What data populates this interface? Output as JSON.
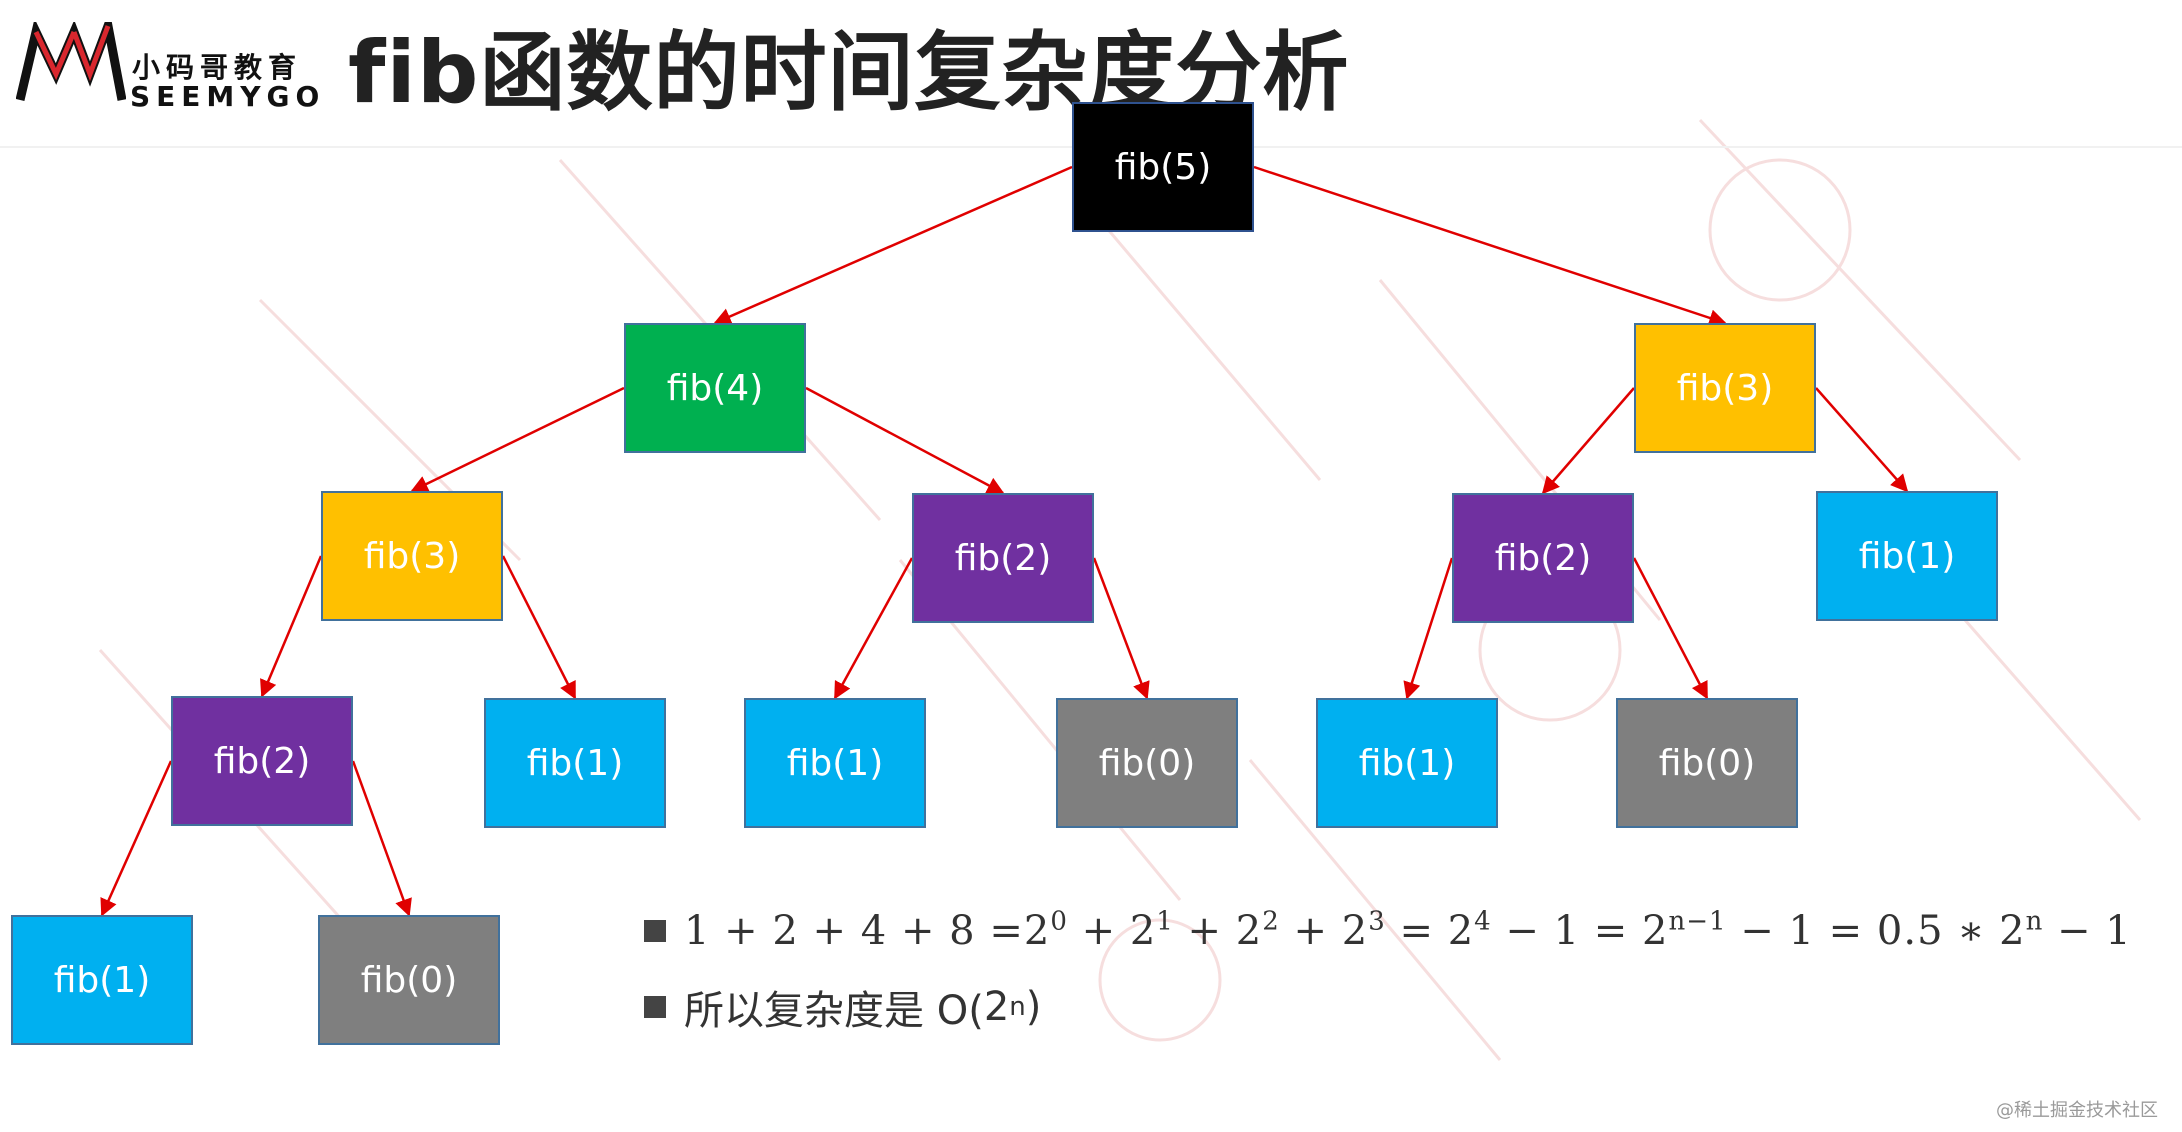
{
  "header": {
    "logo_cn": "小码哥教育",
    "logo_en": "SEEMYGO",
    "title": "fib函数的时间复杂度分析"
  },
  "colors": {
    "black": "#000000",
    "green": "#00b050",
    "yellow": "#ffc000",
    "purple": "#7030a0",
    "blue": "#00b0f0",
    "gray": "#7f7f7f",
    "edge": "#e00000"
  },
  "tree": {
    "nodes": [
      {
        "id": "n5",
        "label": "fib(5)",
        "color": "black"
      },
      {
        "id": "n4",
        "label": "fib(4)",
        "color": "green"
      },
      {
        "id": "n3r",
        "label": "fib(3)",
        "color": "yellow"
      },
      {
        "id": "n3l",
        "label": "fib(3)",
        "color": "yellow"
      },
      {
        "id": "n2m",
        "label": "fib(2)",
        "color": "purple"
      },
      {
        "id": "n2r",
        "label": "fib(2)",
        "color": "purple"
      },
      {
        "id": "n1rr",
        "label": "fib(1)",
        "color": "blue"
      },
      {
        "id": "n2ll",
        "label": "fib(2)",
        "color": "purple"
      },
      {
        "id": "n1l",
        "label": "fib(1)",
        "color": "blue"
      },
      {
        "id": "n1m",
        "label": "fib(1)",
        "color": "blue"
      },
      {
        "id": "n0m",
        "label": "fib(0)",
        "color": "gray"
      },
      {
        "id": "n1r",
        "label": "fib(1)",
        "color": "blue"
      },
      {
        "id": "n0r",
        "label": "fib(0)",
        "color": "gray"
      },
      {
        "id": "n1b",
        "label": "fib(1)",
        "color": "blue"
      },
      {
        "id": "n0b",
        "label": "fib(0)",
        "color": "gray"
      }
    ],
    "edges": [
      [
        "n5",
        "n4"
      ],
      [
        "n5",
        "n3r"
      ],
      [
        "n4",
        "n3l"
      ],
      [
        "n4",
        "n2m"
      ],
      [
        "n3r",
        "n2r"
      ],
      [
        "n3r",
        "n1rr"
      ],
      [
        "n3l",
        "n2ll"
      ],
      [
        "n3l",
        "n1l"
      ],
      [
        "n2m",
        "n1m"
      ],
      [
        "n2m",
        "n0m"
      ],
      [
        "n2r",
        "n1r"
      ],
      [
        "n2r",
        "n0r"
      ],
      [
        "n2ll",
        "n1b"
      ],
      [
        "n2ll",
        "n0b"
      ]
    ]
  },
  "notes": {
    "line1_prefix": "1 + 2 + 4 + 8 = ",
    "line1_terms": [
      {
        "base": "2",
        "exp": "0"
      },
      {
        "base": "2",
        "exp": "1"
      },
      {
        "base": "2",
        "exp": "2"
      },
      {
        "base": "2",
        "exp": "3"
      }
    ],
    "line1_eq": " = ",
    "line1_b": {
      "base": "2",
      "exp": "4"
    },
    "line1_b_tail": " − 1 = ",
    "line1_c": {
      "base": "2",
      "exp": "n−1"
    },
    "line1_c_tail": " − 1 = 0.5 ∗ ",
    "line1_d": {
      "base": "2",
      "exp": "n"
    },
    "line1_d_tail": " − 1",
    "line2_prefix": "所以复杂度是 O(",
    "line2_base": "2",
    "line2_exp": "n",
    "line2_suffix": ")"
  },
  "footer": {
    "credit": "@稀土掘金技术社区"
  }
}
